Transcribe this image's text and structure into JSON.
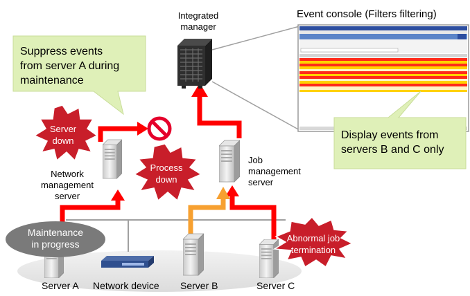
{
  "title_console": "Event console (Filters filtering)",
  "labels": {
    "integrated_manager": [
      "Integrated",
      "manager"
    ],
    "network_mgmt_server": [
      "Network",
      "management",
      "server"
    ],
    "job_mgmt_server": [
      "Job",
      "management",
      "server"
    ],
    "server_a": "Server A",
    "network_device": "Network device",
    "server_b": "Server B",
    "server_c": "Server C"
  },
  "callouts": {
    "suppress": [
      "Suppress events",
      "from server A during",
      "maintenance"
    ],
    "display": [
      "Display events from",
      "servers B and C only"
    ]
  },
  "bursts": {
    "server_down": [
      "Server",
      "down"
    ],
    "process_down": [
      "Process",
      "down"
    ],
    "abnormal_job": [
      "Abnormal job",
      "termination"
    ]
  },
  "maintenance": [
    "Maintenance",
    "in progress"
  ],
  "colors": {
    "alert_red": "#ff0000",
    "job_orange": "#f7a030",
    "callout_green": "#dff0b8",
    "burst_red": "#c81e2a",
    "ellipse_gray": "#7a7a7a"
  }
}
